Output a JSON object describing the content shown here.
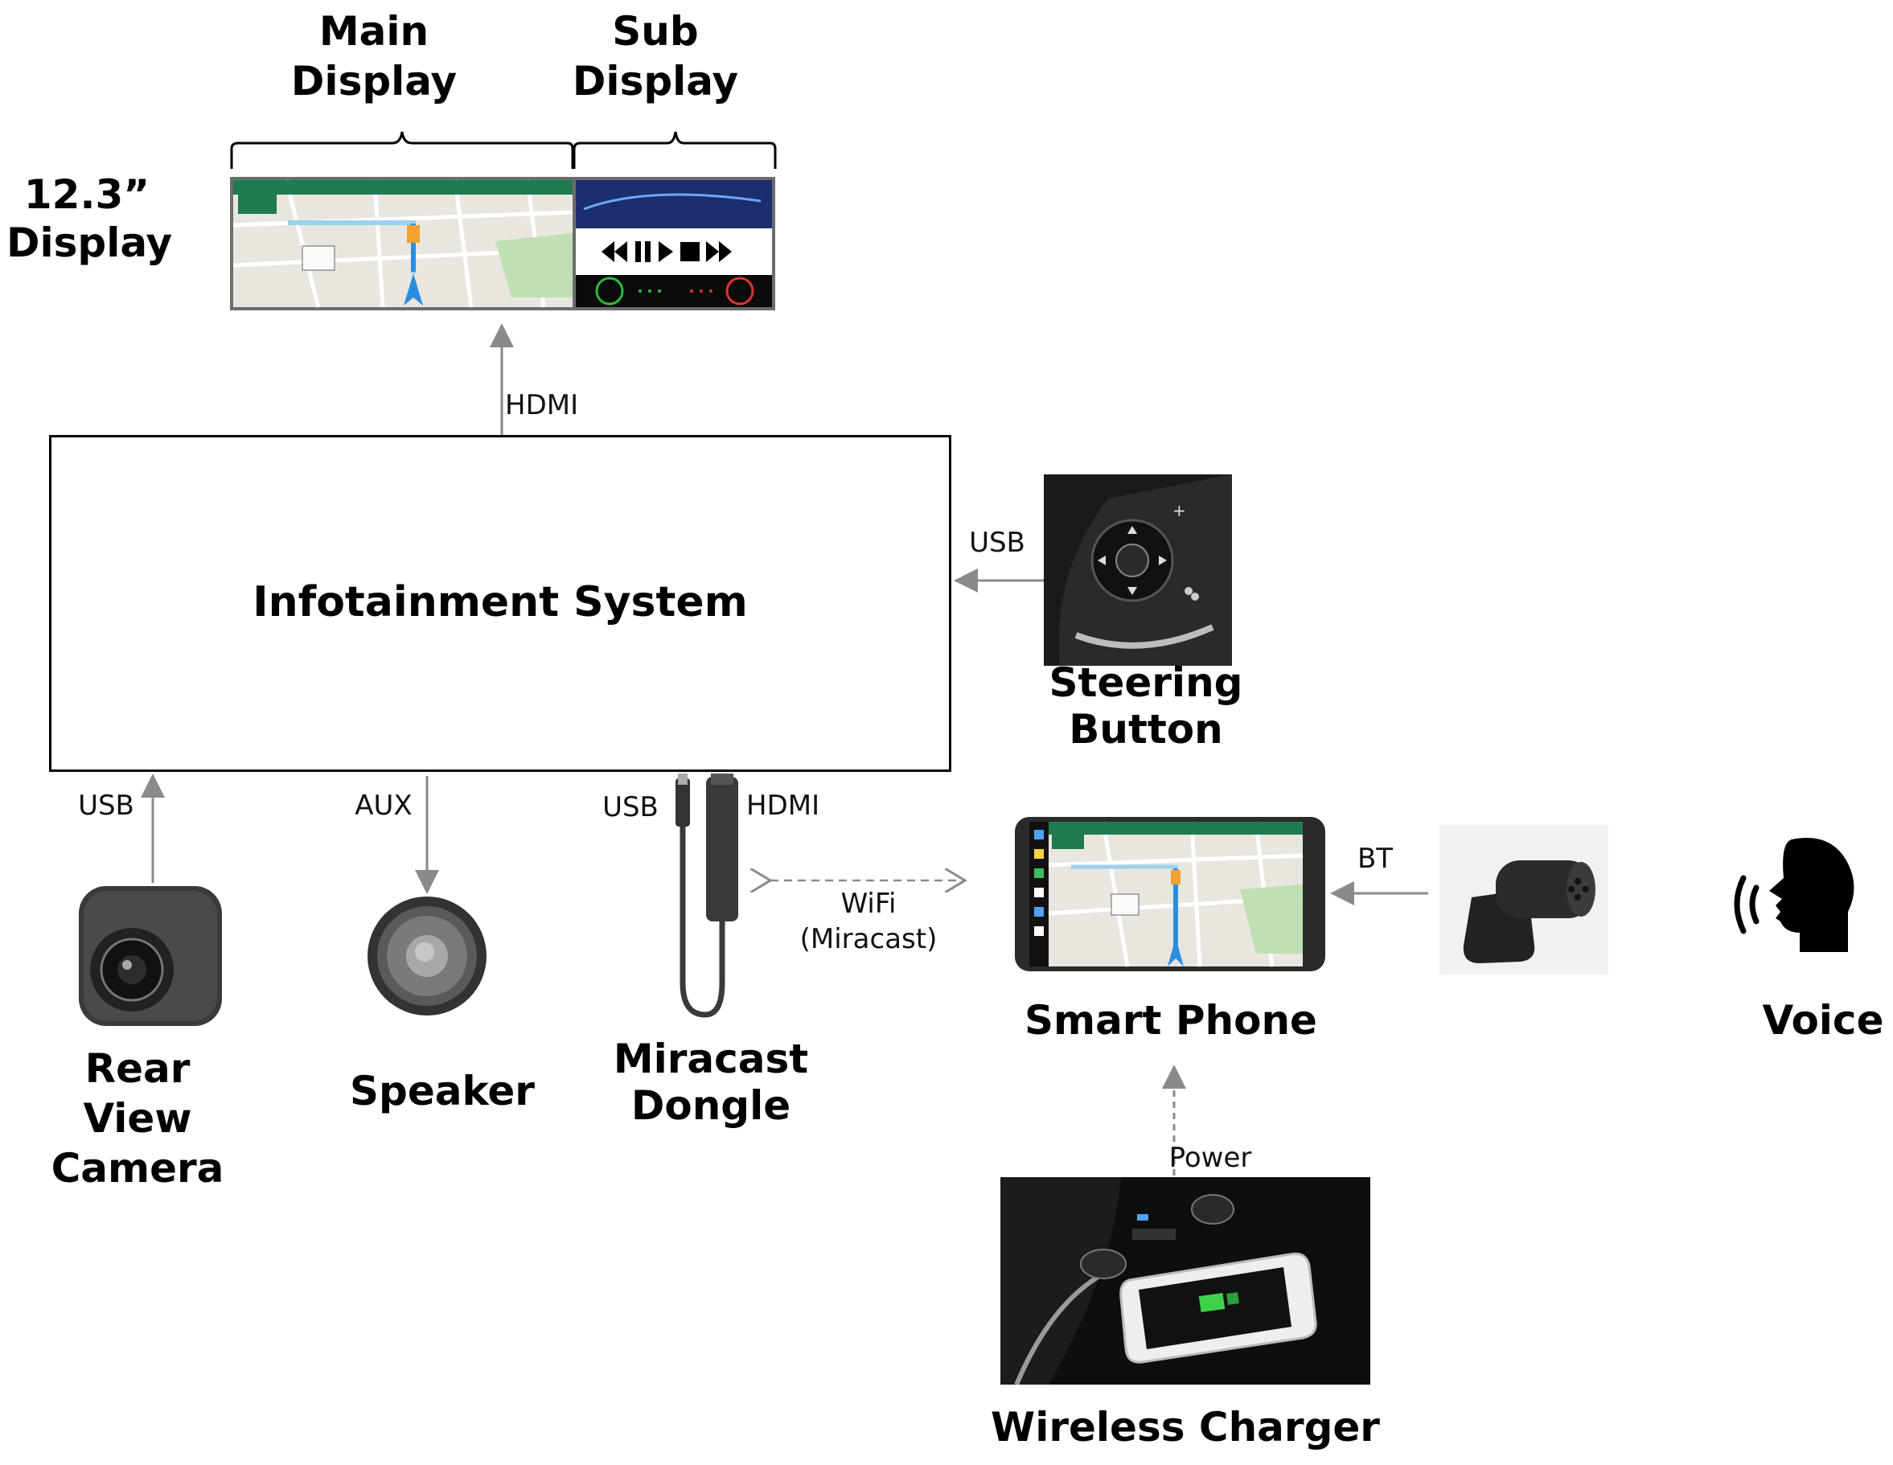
{
  "labels": {
    "main_display": "Main\nDisplay",
    "sub_display": "Sub\nDisplay",
    "display_size": "12.3”\nDisplay",
    "infotainment": "Infotainment System",
    "steering": "Steering\nButton",
    "rear_camera": "Rear View\nCamera",
    "speaker": "Speaker",
    "dongle": "Miracast\nDongle",
    "smart_phone": "Smart Phone",
    "voice": "Voice",
    "wireless_charger": "Wireless Charger"
  },
  "links": {
    "hdmi_display": "HDMI",
    "usb_steering": "USB",
    "usb_camera": "USB",
    "aux_speaker": "AUX",
    "usb_dongle": "USB",
    "hdmi_dongle": "HDMI",
    "wifi": "WiFi",
    "miracast": "(Miracast)",
    "bt": "BT",
    "power": "Power"
  },
  "colors": {
    "line": "#8a8a8a",
    "nav_green": "#1f7a4f",
    "route_blue": "#2a8ee0",
    "call_green": "#2bbd3a",
    "call_red": "#e0352b",
    "charge_green": "#3fd14a"
  }
}
